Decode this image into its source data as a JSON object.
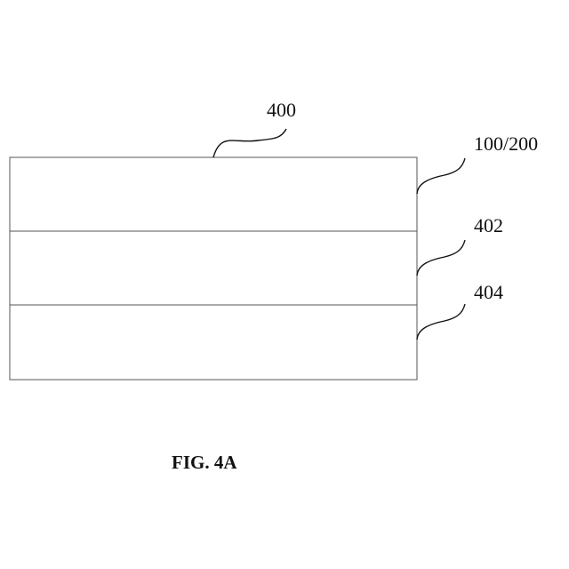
{
  "figure": {
    "caption": "FIG. 4A",
    "labels": {
      "device": "400",
      "layer_top": "100/200",
      "layer_middle": "402",
      "layer_bottom": "404"
    }
  }
}
